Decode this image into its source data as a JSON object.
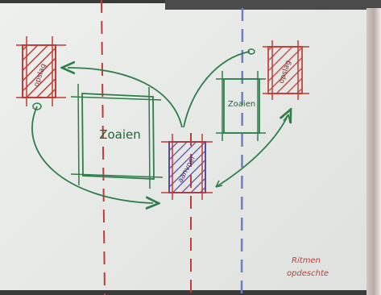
{
  "sketch": {
    "left_box_text": "Zoaien",
    "right_box_text": "Zoaien",
    "red_left_text": "opslag",
    "red_right_text": "opslag",
    "purple_text": "aanvoer",
    "caption_line1": "Ritmen",
    "caption_line2": "opdeschte"
  },
  "colors": {
    "green": "#2e7d4a",
    "red": "#c43a34",
    "purple": "#5b4aa0",
    "blue": "#6c7ec9"
  }
}
